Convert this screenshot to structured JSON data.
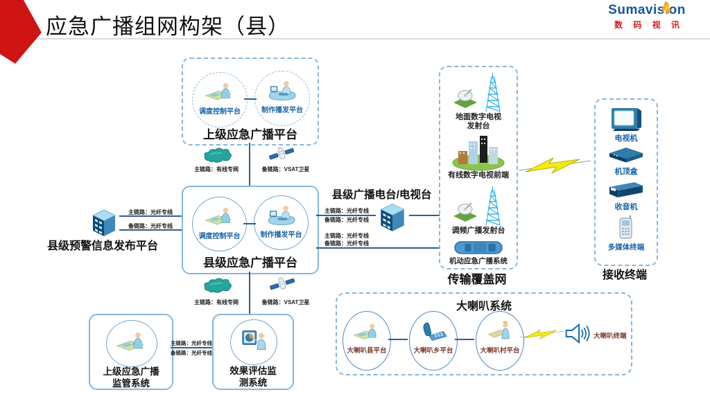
{
  "header": {
    "title": "应急广播组网构架（县）",
    "logo_brand": "Sumavision",
    "logo_sub": "数 码 视 讯"
  },
  "upper_platform": {
    "title": "上级应急广播平台",
    "nodes": [
      {
        "label": "调度控制平台",
        "icon": "dispatch-desk-icon"
      },
      {
        "label": "制作播发平台",
        "icon": "production-console-icon"
      }
    ]
  },
  "county_platform": {
    "title": "县级应急广播平台",
    "nodes": [
      {
        "label": "调度控制平台",
        "icon": "dispatch-desk-icon"
      },
      {
        "label": "制作播发平台",
        "icon": "production-console-icon"
      }
    ]
  },
  "warning_platform": {
    "label": "县级预警信息发布平台",
    "icon": "building-icon"
  },
  "broadcast_station": {
    "label": "县级广播电台/电视台",
    "icon": "building-icon"
  },
  "transmission_network": {
    "title": "传输覆盖网",
    "items": [
      {
        "label": "地面数字电视发射台",
        "icon": "broadcast-tower-icon"
      },
      {
        "label": "有线数字电视前端",
        "icon": "city-icon"
      },
      {
        "label": "调频广播发射台",
        "icon": "broadcast-tower-icon"
      },
      {
        "label": "机动应急广播系统",
        "icon": "vehicle-icon"
      }
    ]
  },
  "receivers": {
    "title": "接收终端",
    "items": [
      {
        "label": "电视机",
        "icon": "tv-icon"
      },
      {
        "label": "机顶盒",
        "icon": "set-top-box-icon"
      },
      {
        "label": "收音机",
        "icon": "radio-icon"
      },
      {
        "label": "多媒体终端",
        "icon": "mobile-phone-icon"
      }
    ]
  },
  "loudspeaker_system": {
    "title": "大喇叭系统",
    "nodes": [
      {
        "label": "大喇叭县平台",
        "icon": "desk-operator-icon"
      },
      {
        "label": "大喇叭乡平台",
        "icon": "telephone-icon"
      },
      {
        "label": "大喇叭村平台",
        "icon": "village-operator-icon"
      }
    ],
    "terminal": {
      "label": "大喇叭终端",
      "icon": "speaker-icon"
    }
  },
  "supervision_system": {
    "lines": [
      "上级应急广播",
      "监管系统"
    ],
    "icon": "dispatch-desk-icon"
  },
  "evaluation_system": {
    "lines": [
      "效果评估监",
      "测系统"
    ],
    "icon": "monitor-person-icon"
  },
  "links": {
    "upper_to_county": {
      "primary": {
        "label": "主链路：有线专网",
        "icon": "cloud-icon"
      },
      "backup": {
        "label": "备链路：VSAT卫星",
        "icon": "satellite-icon"
      }
    },
    "warning_to_county": {
      "primary": {
        "label": "主链路：光纤专线"
      },
      "backup": {
        "label": "备链路：光纤专线"
      }
    },
    "county_to_station": {
      "primary": {
        "label": "主链路：光纤专线"
      },
      "backup": {
        "label": "备链路：光纤专线"
      }
    },
    "county_to_transmission": {
      "primary": {
        "label": "主链路：光纤专线"
      },
      "backup": {
        "label": "备链路：光纤专线"
      }
    },
    "county_to_evaluation": {
      "primary": {
        "label": "主链路：有线专网",
        "icon": "cloud-icon"
      },
      "backup": {
        "label": "备链路：VSAT卫星",
        "icon": "satellite-icon"
      }
    },
    "supervision_to_evaluation": {
      "primary": {
        "label": "主链路：光纤专线"
      },
      "backup": {
        "label": "备链路：光纤专线"
      }
    }
  },
  "wireless_links": [
    {
      "icon": "lightning-icon"
    },
    {
      "icon": "lightning-icon"
    }
  ],
  "colors": {
    "accent_red": "#cf1414",
    "logo_blue": "#1454a6",
    "logo_red": "#d42020",
    "box_border_blue": "#85b7dc",
    "label_blue": "#1661a8",
    "label_maroon": "#7a3a2e",
    "line_navy": "#2f5f8f",
    "cloud_teal": "#27a49c",
    "lightning_yellow": "#f4ea12"
  }
}
